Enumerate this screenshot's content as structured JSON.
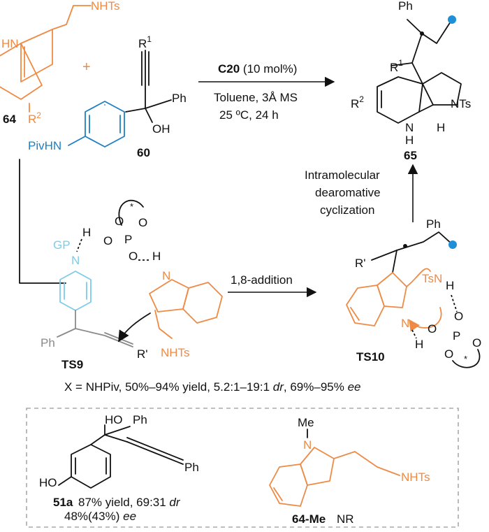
{
  "colors": {
    "orange": "#ef8a44",
    "blue": "#1e7fc2",
    "cyan": "#7ecbea",
    "gray": "#8a8a8a",
    "dot": "#1f8fd8",
    "box": "#aaaaaa"
  },
  "reactants": {
    "indole_label": "64",
    "indole_sub_nhts": "NHTs",
    "indole_hn": "HN",
    "indole_r": "R",
    "indole_r_sup": "2",
    "plus": "+",
    "alcohol_label": "60",
    "alcohol_r": "R",
    "alcohol_r_sup": "1",
    "alcohol_ph": "Ph",
    "alcohol_oh": "OH",
    "alcohol_pivhn": "PivHN"
  },
  "conditions": {
    "catalyst": "C20",
    "loading": "(10 mol%)",
    "solvent": "Toluene,  3Å MS",
    "temp": "25 ºC, 24 h"
  },
  "product": {
    "label": "65",
    "ph": "Ph",
    "r1": "R",
    "r1_sup": "1",
    "r2": "R",
    "r2_sup": "2",
    "nts": "NTs",
    "nh": "N",
    "h_nh": "H",
    "h_ring": "H"
  },
  "cyclization": {
    "line1": "Intramolecular",
    "line2": "dearomative",
    "line3": "cyclization"
  },
  "ts9": {
    "label": "TS9",
    "gp": "GP",
    "n": "N",
    "h": "H",
    "o1": "O",
    "o2": "O",
    "o3": "O",
    "o4": "O",
    "p": "P",
    "star": "*",
    "indole_n": "N",
    "indole_h": "H",
    "ph": "Ph",
    "r": "R'",
    "nhts": "NHTs"
  },
  "addition": {
    "label": "1,8-addition"
  },
  "ts10": {
    "label": "TS10",
    "ph": "Ph",
    "r": "R'",
    "tsn": "TsN",
    "h1": "H",
    "n": "N",
    "h2": "H",
    "o1": "O",
    "o2": "O",
    "o3": "O",
    "o4": "O",
    "p": "P",
    "star": "*"
  },
  "summary": {
    "prefix": "X = NHPiv, 50%–94% yield, 5.2:1–19:1 ",
    "dr": "dr",
    "mid": ", 69%–95% ",
    "ee": "ee"
  },
  "box": {
    "compound_51a": {
      "label": "51a",
      "ho_top": "HO",
      "ph_top": "Ph",
      "ph_end": "Ph",
      "ho_left": "HO",
      "result1_prefix": "87% yield, 69:31 ",
      "result1_dr": "dr",
      "result2_prefix": "48%(43%) ",
      "result2_ee": "ee"
    },
    "compound_64me": {
      "label": "64-Me",
      "result": "NR",
      "me": "Me",
      "n": "N",
      "nhts": "NHTs"
    }
  }
}
